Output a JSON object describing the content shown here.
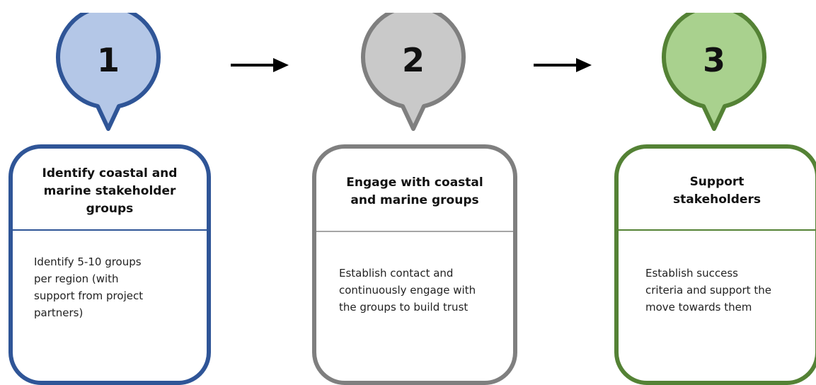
{
  "steps": [
    {
      "number": "1",
      "title": "Identify coastal and\nmarine stakeholder\ngroups",
      "description": "Identify 5-10 groups\nper region (with\nsupport from project\npartners)",
      "colors": {
        "border": "#2F5597",
        "fill": "#B4C7E7",
        "divider": "#2F5597"
      }
    },
    {
      "number": "2",
      "title": "Engage with coastal\nand marine groups",
      "description": "Establish contact and\ncontinuously engage with\nthe groups to build trust",
      "colors": {
        "border": "#7F7F7F",
        "fill": "#C9C9C9",
        "divider": "#A6A6A6"
      }
    },
    {
      "number": "3",
      "title": "Support\nstakeholders",
      "description": "Establish success\ncriteria and support the\nmove towards them",
      "colors": {
        "border": "#548235",
        "fill": "#A9D18E",
        "divider": "#548235"
      }
    }
  ],
  "arrow_color": "#000000"
}
